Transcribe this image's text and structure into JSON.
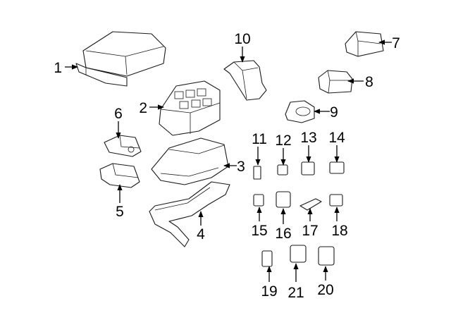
{
  "diagram": {
    "callouts": [
      {
        "num": "1"
      },
      {
        "num": "2"
      },
      {
        "num": "3"
      },
      {
        "num": "4"
      },
      {
        "num": "5"
      },
      {
        "num": "6"
      },
      {
        "num": "7"
      },
      {
        "num": "8"
      },
      {
        "num": "9"
      },
      {
        "num": "10"
      },
      {
        "num": "11"
      },
      {
        "num": "12"
      },
      {
        "num": "13"
      },
      {
        "num": "14"
      },
      {
        "num": "15"
      },
      {
        "num": "16"
      },
      {
        "num": "17"
      },
      {
        "num": "18"
      },
      {
        "num": "19"
      },
      {
        "num": "20"
      },
      {
        "num": "21"
      }
    ],
    "colors": {
      "line": "#1a1a1a",
      "fill": "#ffffff",
      "background": "#ffffff"
    }
  }
}
